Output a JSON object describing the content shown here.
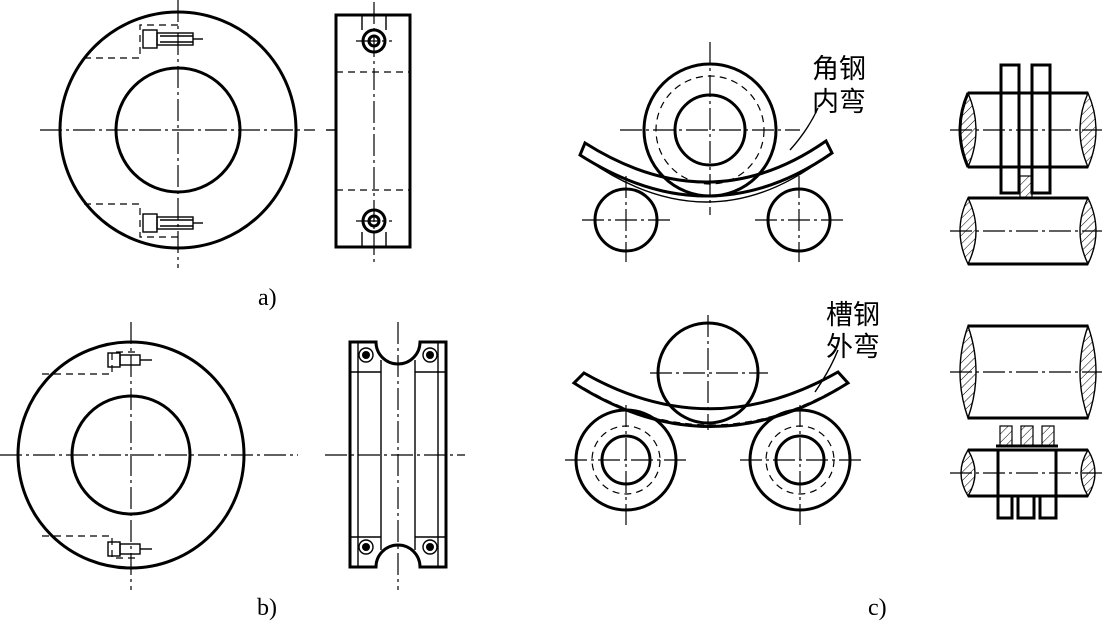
{
  "labels": {
    "a": "a)",
    "b": "b)",
    "c": "c)",
    "angle_steel_1": "角钢",
    "angle_steel_2": "内弯",
    "channel_steel_1": "槽钢",
    "channel_steel_2": "外弯"
  }
}
